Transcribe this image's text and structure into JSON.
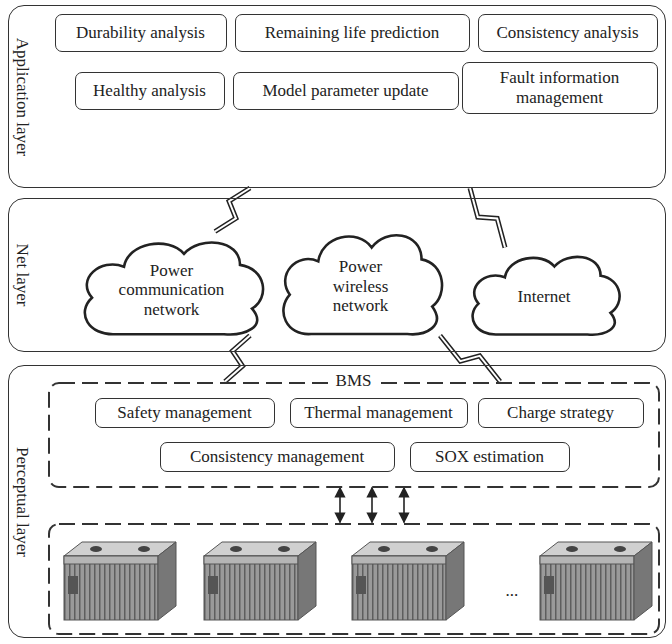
{
  "diagram": {
    "nodes": [
      {
        "text": [
          "Application layer"
        ]
      },
      {
        "text": [
          "Durability analysis"
        ],
        "in": 0
      },
      {
        "text": [
          "Remaining life prediction"
        ],
        "in": 0
      },
      {
        "text": [
          "Consistency analysis"
        ],
        "in": 0
      },
      {
        "text": [
          "Healthy analysis"
        ],
        "in": 0
      },
      {
        "text": [
          "Model parameter update"
        ],
        "in": 0
      },
      {
        "text": [
          "Fault information management"
        ],
        "in": 0
      },
      {
        "text": [
          "Net layer"
        ]
      },
      {
        "text": [
          "Power communication network"
        ],
        "in": 7
      },
      {
        "text": [
          "Power wireless network"
        ],
        "in": 7
      },
      {
        "text": [
          "Internet"
        ],
        "in": 7
      },
      {
        "text": [
          "Perceptual layer"
        ]
      },
      {
        "text": [
          "BMS"
        ],
        "in": 11
      },
      {
        "text": [
          "Safety management"
        ],
        "in": 12
      },
      {
        "text": [
          "Thermal management"
        ],
        "in": 12
      },
      {
        "text": [
          "Charge strategy"
        ],
        "in": 12
      },
      {
        "text": [
          "Consistency management"
        ],
        "in": 12
      },
      {
        "text": [
          "SOX estimation"
        ],
        "in": 12
      },
      {
        "text": [
          "..."
        ],
        "in": 11
      }
    ],
    "edges": [
      {
        "from": 8,
        "to": 0,
        "arrow": "none"
      },
      {
        "from": 10,
        "to": 0,
        "arrow": "none"
      },
      {
        "from": 12,
        "to": 8,
        "arrow": "none"
      },
      {
        "from": 12,
        "to": 9,
        "arrow": "none"
      },
      {
        "from": 12,
        "to": 18,
        "arrow": "both"
      },
      {
        "from": 12,
        "to": 18,
        "arrow": "both"
      },
      {
        "from": 12,
        "to": 18,
        "arrow": "both"
      }
    ]
  }
}
